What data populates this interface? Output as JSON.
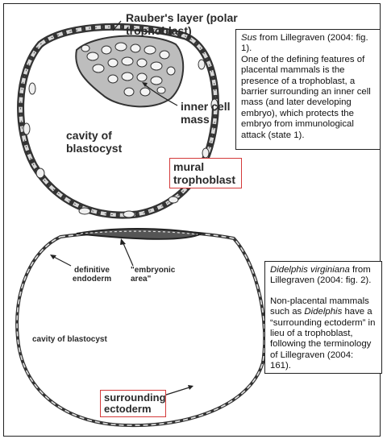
{
  "top_figure": {
    "label_rauber": "Rauber's layer (polar trophoblast)",
    "label_inner_cell_mass": "inner cell mass",
    "label_cavity": "cavity of blastocyst",
    "label_mural": "mural trophoblast",
    "note": {
      "genus": "Sus",
      "citation": " from Lillegraven (2004: fig. 1).",
      "body": "One of the defining features of placental mammals is the presence of a trophoblast, a barrier surrounding an inner cell mass (and later developing embryo), which protects the embryo from immunological attack (state 1)."
    }
  },
  "bottom_figure": {
    "label_definitive_endoderm": "definitive endoderm",
    "label_embryonic_area": "\"embryonic area\"",
    "label_cavity": "cavity of blastocyst",
    "label_surrounding_ectoderm": "surrounding ectoderm",
    "note": {
      "species": "Didelphis virginiana",
      "citation": " from Lillegraven (2004: fig. 2).",
      "body_start": "Non-placental mammals such as ",
      "body_genus": "Didelphis",
      "body_end": " have a “surrounding ectoderm” in lieu of a trophoblast, following the terminology of Lillegraven (2004: 161)."
    }
  },
  "colors": {
    "highlight_box": "#d43a3a",
    "ink": "#222222"
  }
}
